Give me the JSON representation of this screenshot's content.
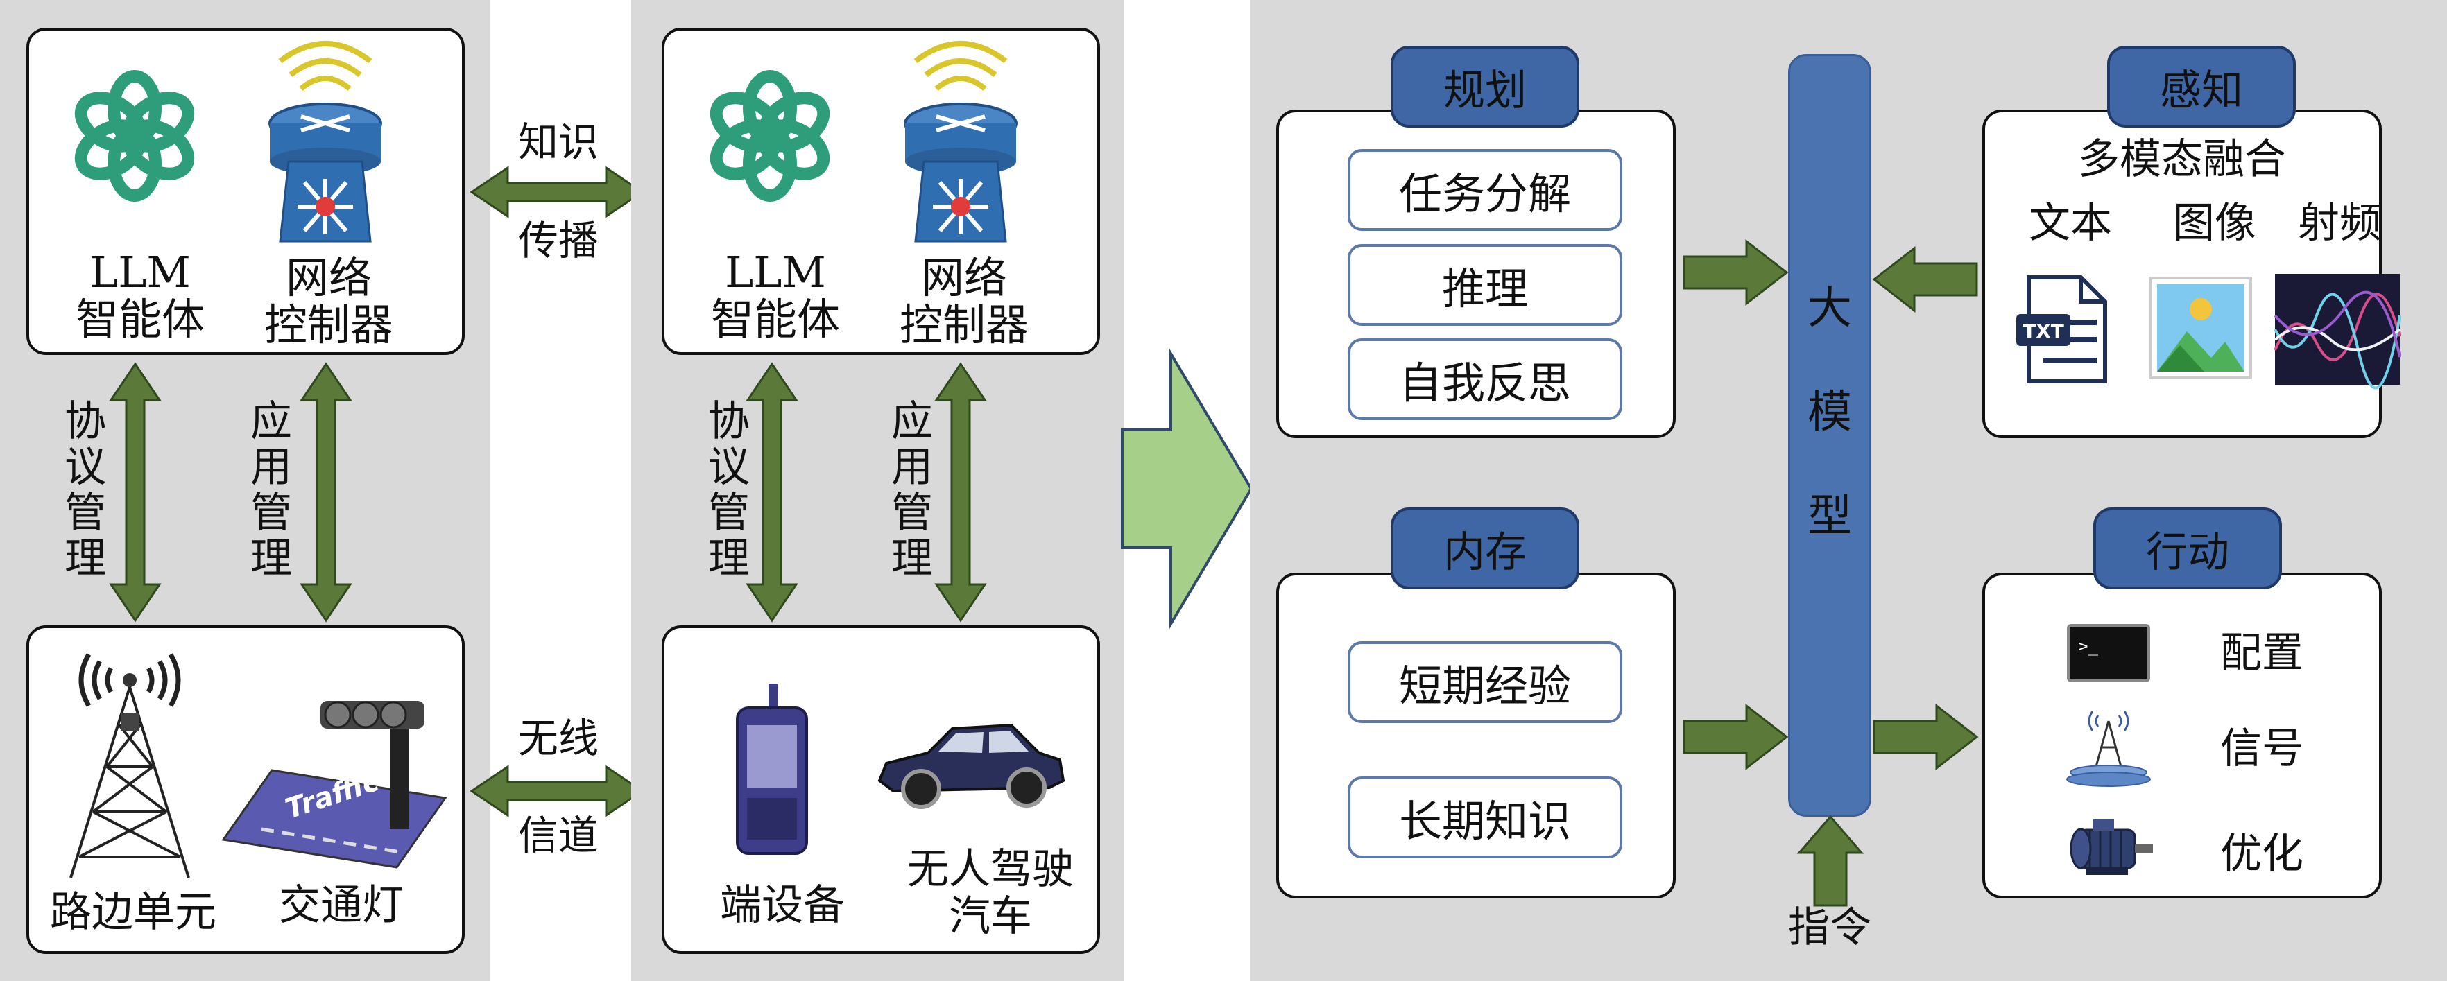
{
  "left_panel": {
    "top_card": {
      "llm_line1": "LLM",
      "llm_line2": "智能体",
      "ctrl_line1": "网络",
      "ctrl_line2": "控制器"
    },
    "protocol_label": "协议管理",
    "app_label": "应用管理",
    "bottom_card": {
      "roadside": "路边单元",
      "traffic_light": "交通灯",
      "traffic_sign_text": "Traffic"
    }
  },
  "middle_links": {
    "knowledge_line1": "知识",
    "knowledge_line2": "传播",
    "wireless_line1": "无线",
    "wireless_line2": "信道"
  },
  "middle_panel": {
    "top_card": {
      "llm_line1": "LLM",
      "llm_line2": "智能体",
      "ctrl_line1": "网络",
      "ctrl_line2": "控制器"
    },
    "protocol_label": "协议管理",
    "app_label": "应用管理",
    "bottom_card": {
      "device": "端设备",
      "car_line1": "无人驾驶",
      "car_line2": "汽车"
    }
  },
  "right_panel": {
    "planning": {
      "tab": "规划",
      "items": [
        "任务分解",
        "推理",
        "自我反思"
      ]
    },
    "memory": {
      "tab": "内存",
      "items": [
        "短期经验",
        "长期知识"
      ]
    },
    "llm_bar": "大模型",
    "instruction": "指令",
    "perception": {
      "tab": "感知",
      "title": "多模态融合",
      "modalities": [
        "文本",
        "图像",
        "射频"
      ],
      "txt_icon_text": "TXT"
    },
    "action": {
      "tab": "行动",
      "items": [
        "配置",
        "信号",
        "优化"
      ]
    }
  },
  "colors": {
    "panel_bg": "#d9d9d9",
    "arrow_green": "#5b7a3a",
    "big_arrow": "#a6cf8a",
    "tab_blue": "#3f67a6",
    "bar_blue": "#4b73b0",
    "openai_green": "#2e9e7a"
  }
}
